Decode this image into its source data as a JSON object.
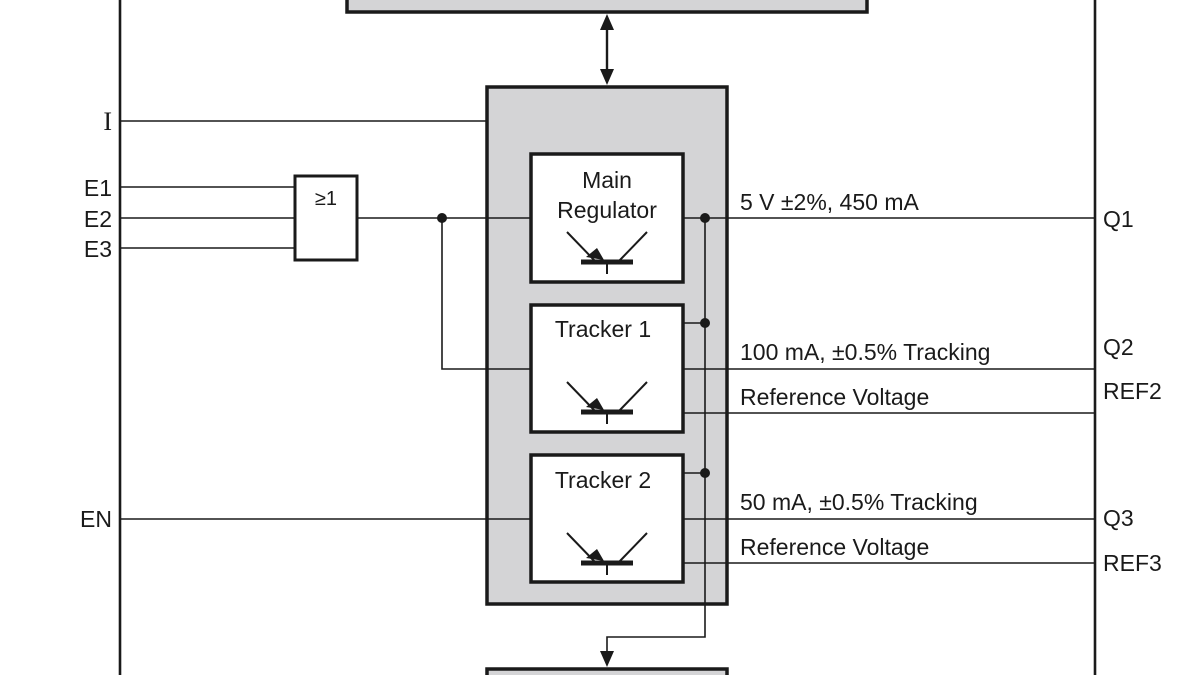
{
  "colors": {
    "block_fill": "#d4d4d6",
    "ink": "#1a1a1a",
    "background": "#ffffff"
  },
  "inputs": {
    "i": "I",
    "e1": "E1",
    "e2": "E2",
    "e3": "E3",
    "en": "EN"
  },
  "or_gate": {
    "symbol": "≥1"
  },
  "blocks": {
    "main_regulator": {
      "line1": "Main",
      "line2": "Regulator"
    },
    "tracker1": {
      "label": "Tracker 1"
    },
    "tracker2": {
      "label": "Tracker 2"
    }
  },
  "outputs": {
    "q1": {
      "pin": "Q1",
      "spec": "5 V ±2%, 450 mA"
    },
    "q2": {
      "pin": "Q2",
      "spec": "100 mA, ±0.5% Tracking"
    },
    "ref2": {
      "pin": "REF2",
      "spec": "Reference Voltage"
    },
    "q3": {
      "pin": "Q3",
      "spec": "50 mA, ±0.5% Tracking"
    },
    "ref3": {
      "pin": "REF3",
      "spec": "Reference Voltage"
    }
  },
  "icons": [
    "transistor-icon",
    "arrow-up-icon",
    "arrow-down-icon",
    "junction-dot-icon"
  ]
}
